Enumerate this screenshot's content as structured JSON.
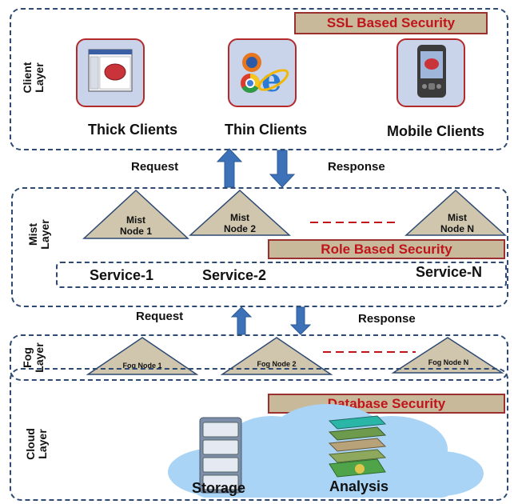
{
  "client_layer": {
    "label": "Client\nLayer",
    "security": "SSL Based Security",
    "clients": [
      {
        "label": "Thick Clients",
        "icon": "desktop-app-icon"
      },
      {
        "label": "Thin Clients",
        "icon": "browser-icons"
      },
      {
        "label": "Mobile Clients",
        "icon": "pda-device-icon"
      }
    ]
  },
  "flow_top": {
    "request": "Request",
    "response": "Response"
  },
  "mist_layer": {
    "label": "Mist\nLayer",
    "security": "Role Based Security",
    "nodes": [
      "Mist\nNode 1",
      "Mist\nNode 2",
      "Mist\nNode N"
    ],
    "services": [
      "Service-1",
      "Service-2",
      "Service-N"
    ]
  },
  "flow_bottom": {
    "request": "Request",
    "response": "Response"
  },
  "fog_layer": {
    "label": "Fog\nLayer",
    "nodes": [
      "Fog Node 1",
      "Fog Node 2",
      "Fog Node N"
    ]
  },
  "cloud_layer": {
    "label": "Cloud\nLayer",
    "security": "Database Security",
    "items": [
      "Storage",
      "Analysis"
    ]
  },
  "colors": {
    "border": "#2e4a73",
    "banner_fill": "#c9b99b",
    "banner_text": "#c0141b",
    "triangle_fill": "#cfc6ad",
    "arrow": "#3d72b8",
    "cloud": "#a9d4f5"
  }
}
